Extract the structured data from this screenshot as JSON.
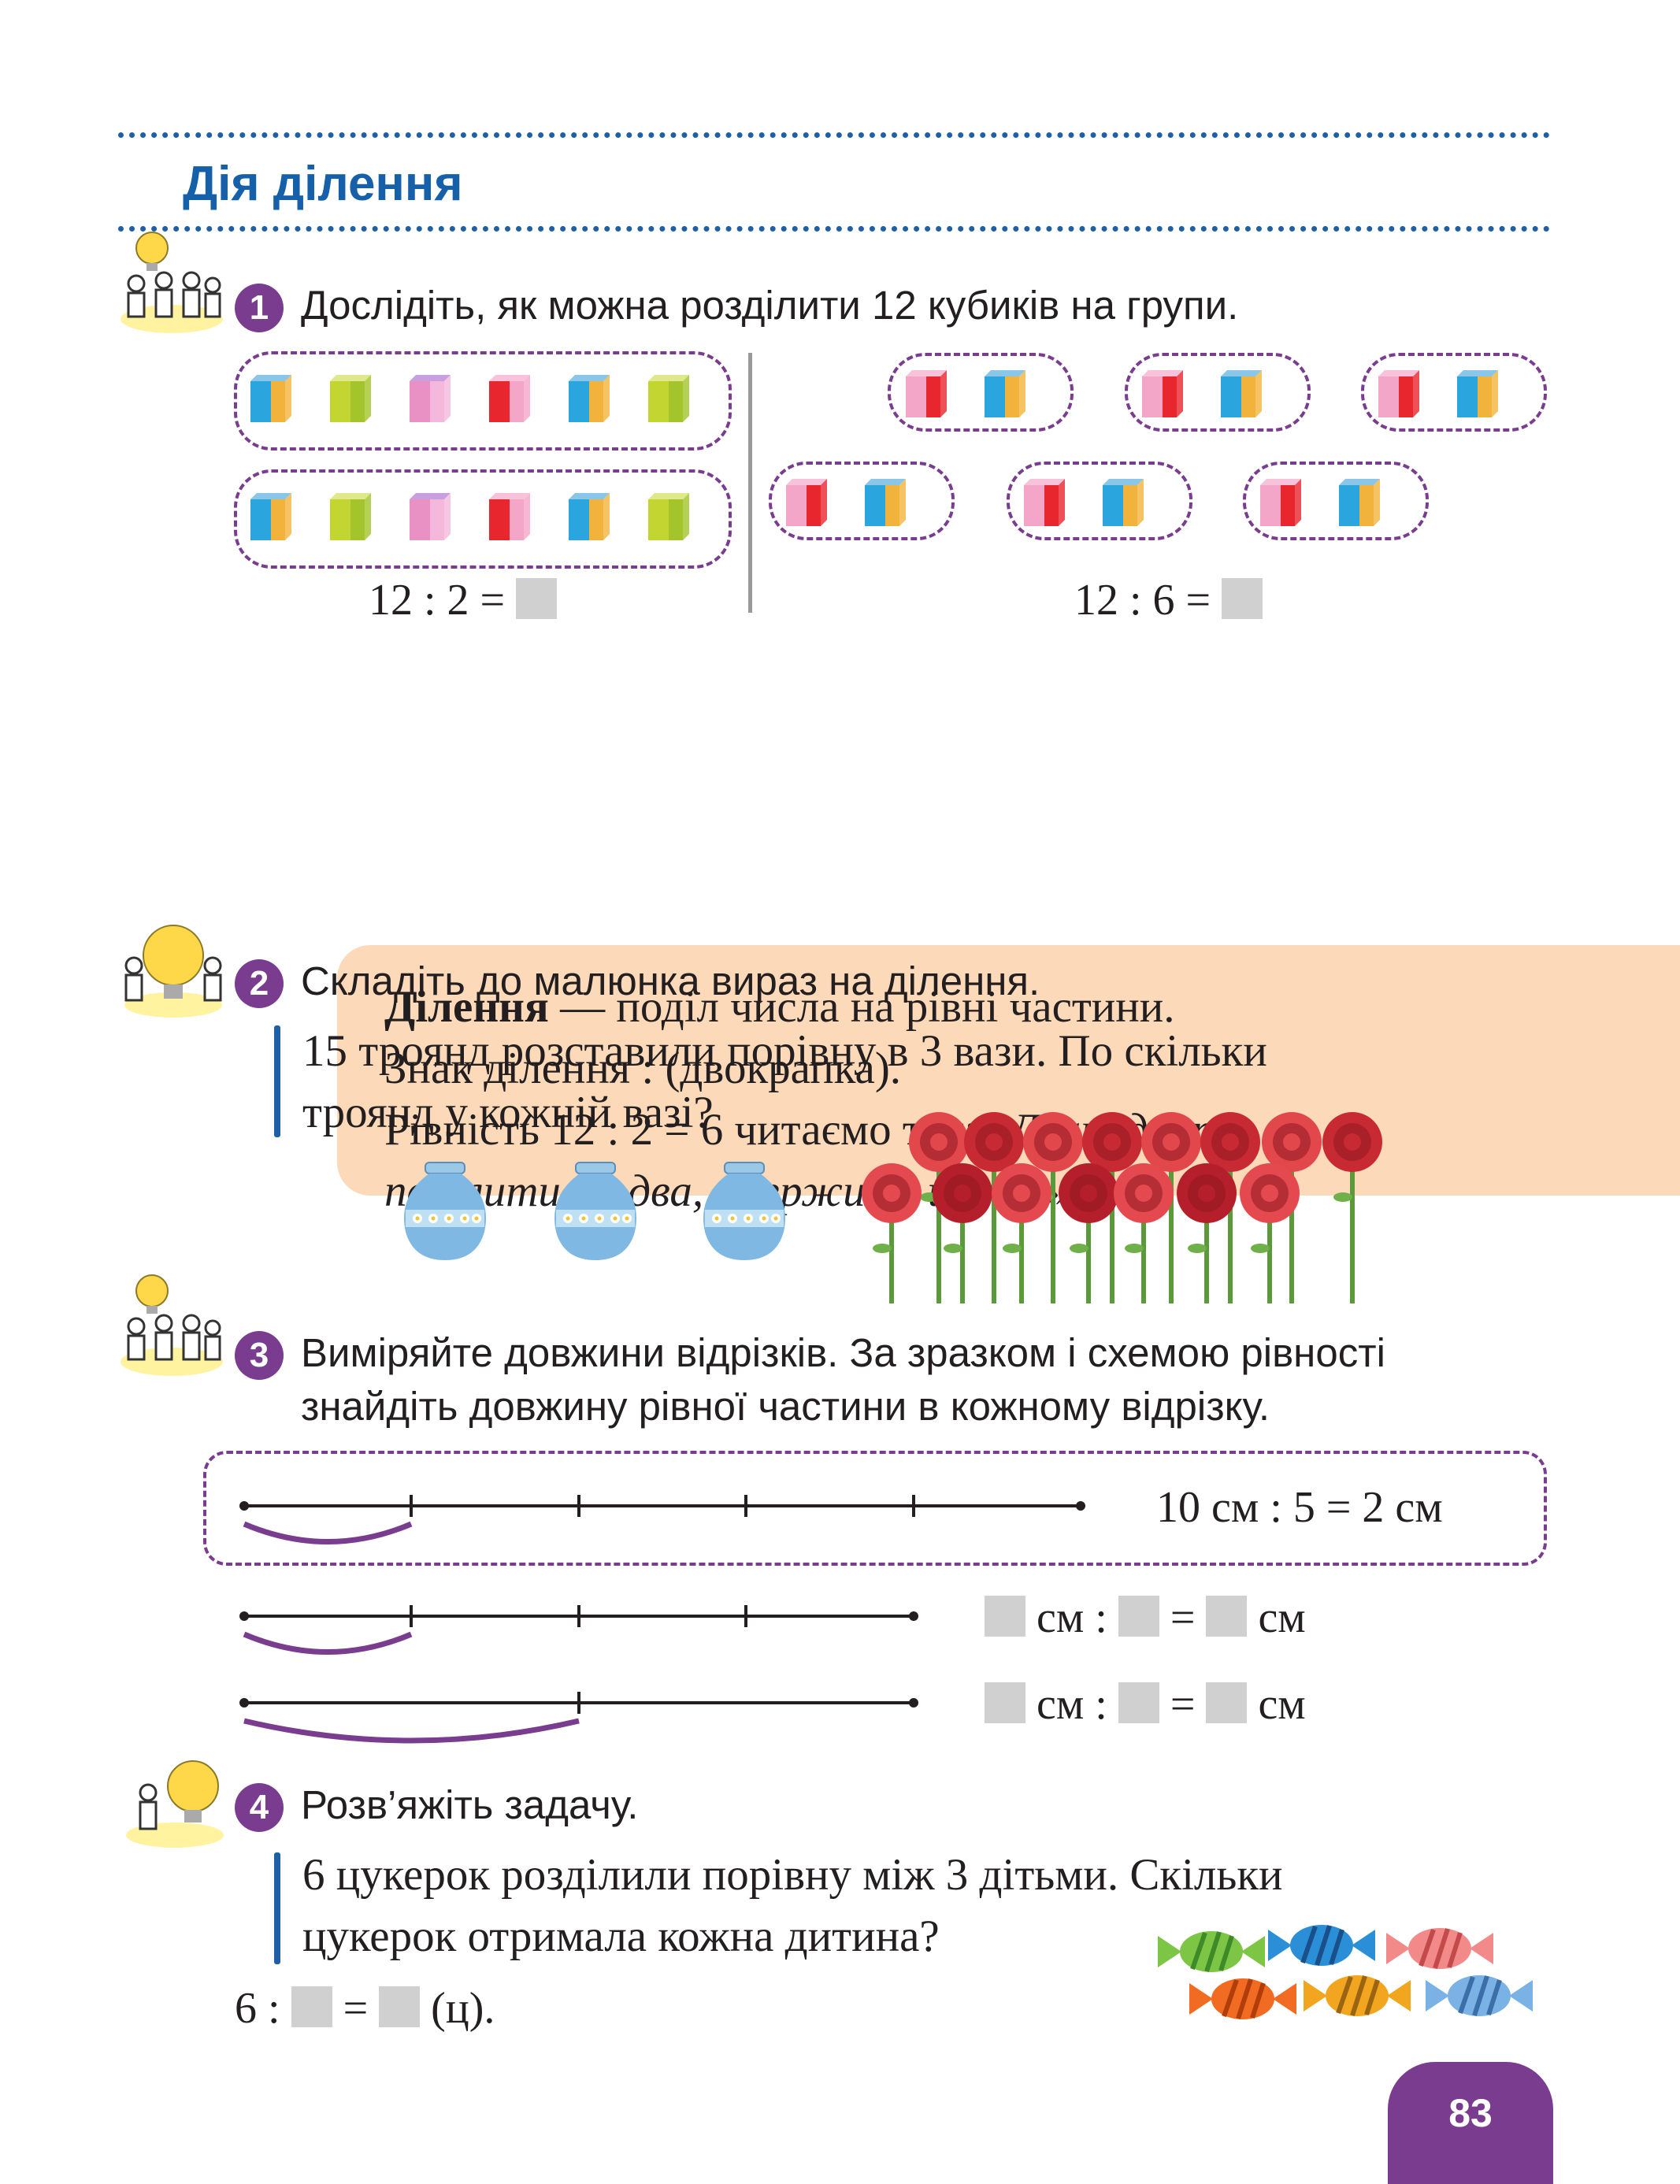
{
  "header": {
    "title": "Дія ділення"
  },
  "task1": {
    "number": "1",
    "text": "Дослідіть, як можна розділити 12 кубиків на групи.",
    "eq_left_a": "12 : 2 =",
    "eq_right_a": "12 : 6 ="
  },
  "rule": {
    "term": "Ділення",
    "def_rest": " — поділ числа на рівні частини.",
    "line2": "Знак ділення : (двокрапка).",
    "line3_a": "Рівність 12 : 2 = 6 читаємо так: ",
    "line3_quote": "«Дванадцять",
    "line4_quote": "поділити на два, одержимо шість»",
    "line4_end": "."
  },
  "task2": {
    "number": "2",
    "text": "Складіть до малюнка вираз на ділення.",
    "problem_line1": "15 троянд розставили порівну в 3 вази. По скільки",
    "problem_line2": "троянд у кожній вазі?"
  },
  "task3": {
    "number": "3",
    "text_line1": "Виміряйте довжини відрізків. За зразком і схемою рівності",
    "text_line2": "знайдіть довжину рівної частини в кожному відрізку.",
    "example": "10 см : 5 = 2 см",
    "unit": "см",
    "colon": ":",
    "equals": "="
  },
  "task4": {
    "number": "4",
    "text": "Розв’яжіть задачу.",
    "problem_line1": "6 цукерок розділили порівну між 3 дітьми. Скільки",
    "problem_line2": "цукерок отримала кожна дитина?",
    "eq_start": "6 :",
    "eq_mid": "=",
    "eq_end": "(ц)."
  },
  "page_number": "83",
  "colors": {
    "accent_blue": "#1560a8",
    "accent_purple": "#7a3c8f",
    "rule_bg": "#fcd9b8",
    "answer_box": "#d0d0d0"
  },
  "icons": [
    "lightbulb-people-icon",
    "cube-icon",
    "vase-icon",
    "rose-icon",
    "candy-icon"
  ]
}
